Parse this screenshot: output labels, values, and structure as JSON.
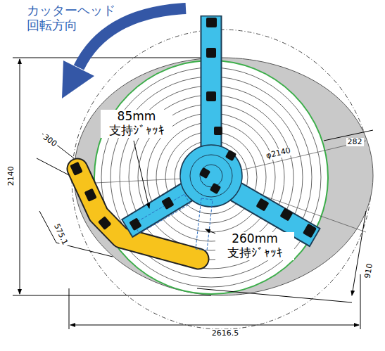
{
  "diagram": {
    "labels": [
      "カッターヘッド 回転方向",
      "85mm 支持ｼﾞｬｯｷ",
      "260mm 支持ｼﾞｬｯｷ",
      "2140",
      "φ2140",
      "282",
      "300",
      "575.1",
      "910",
      "2616.5"
    ]
  }
}
